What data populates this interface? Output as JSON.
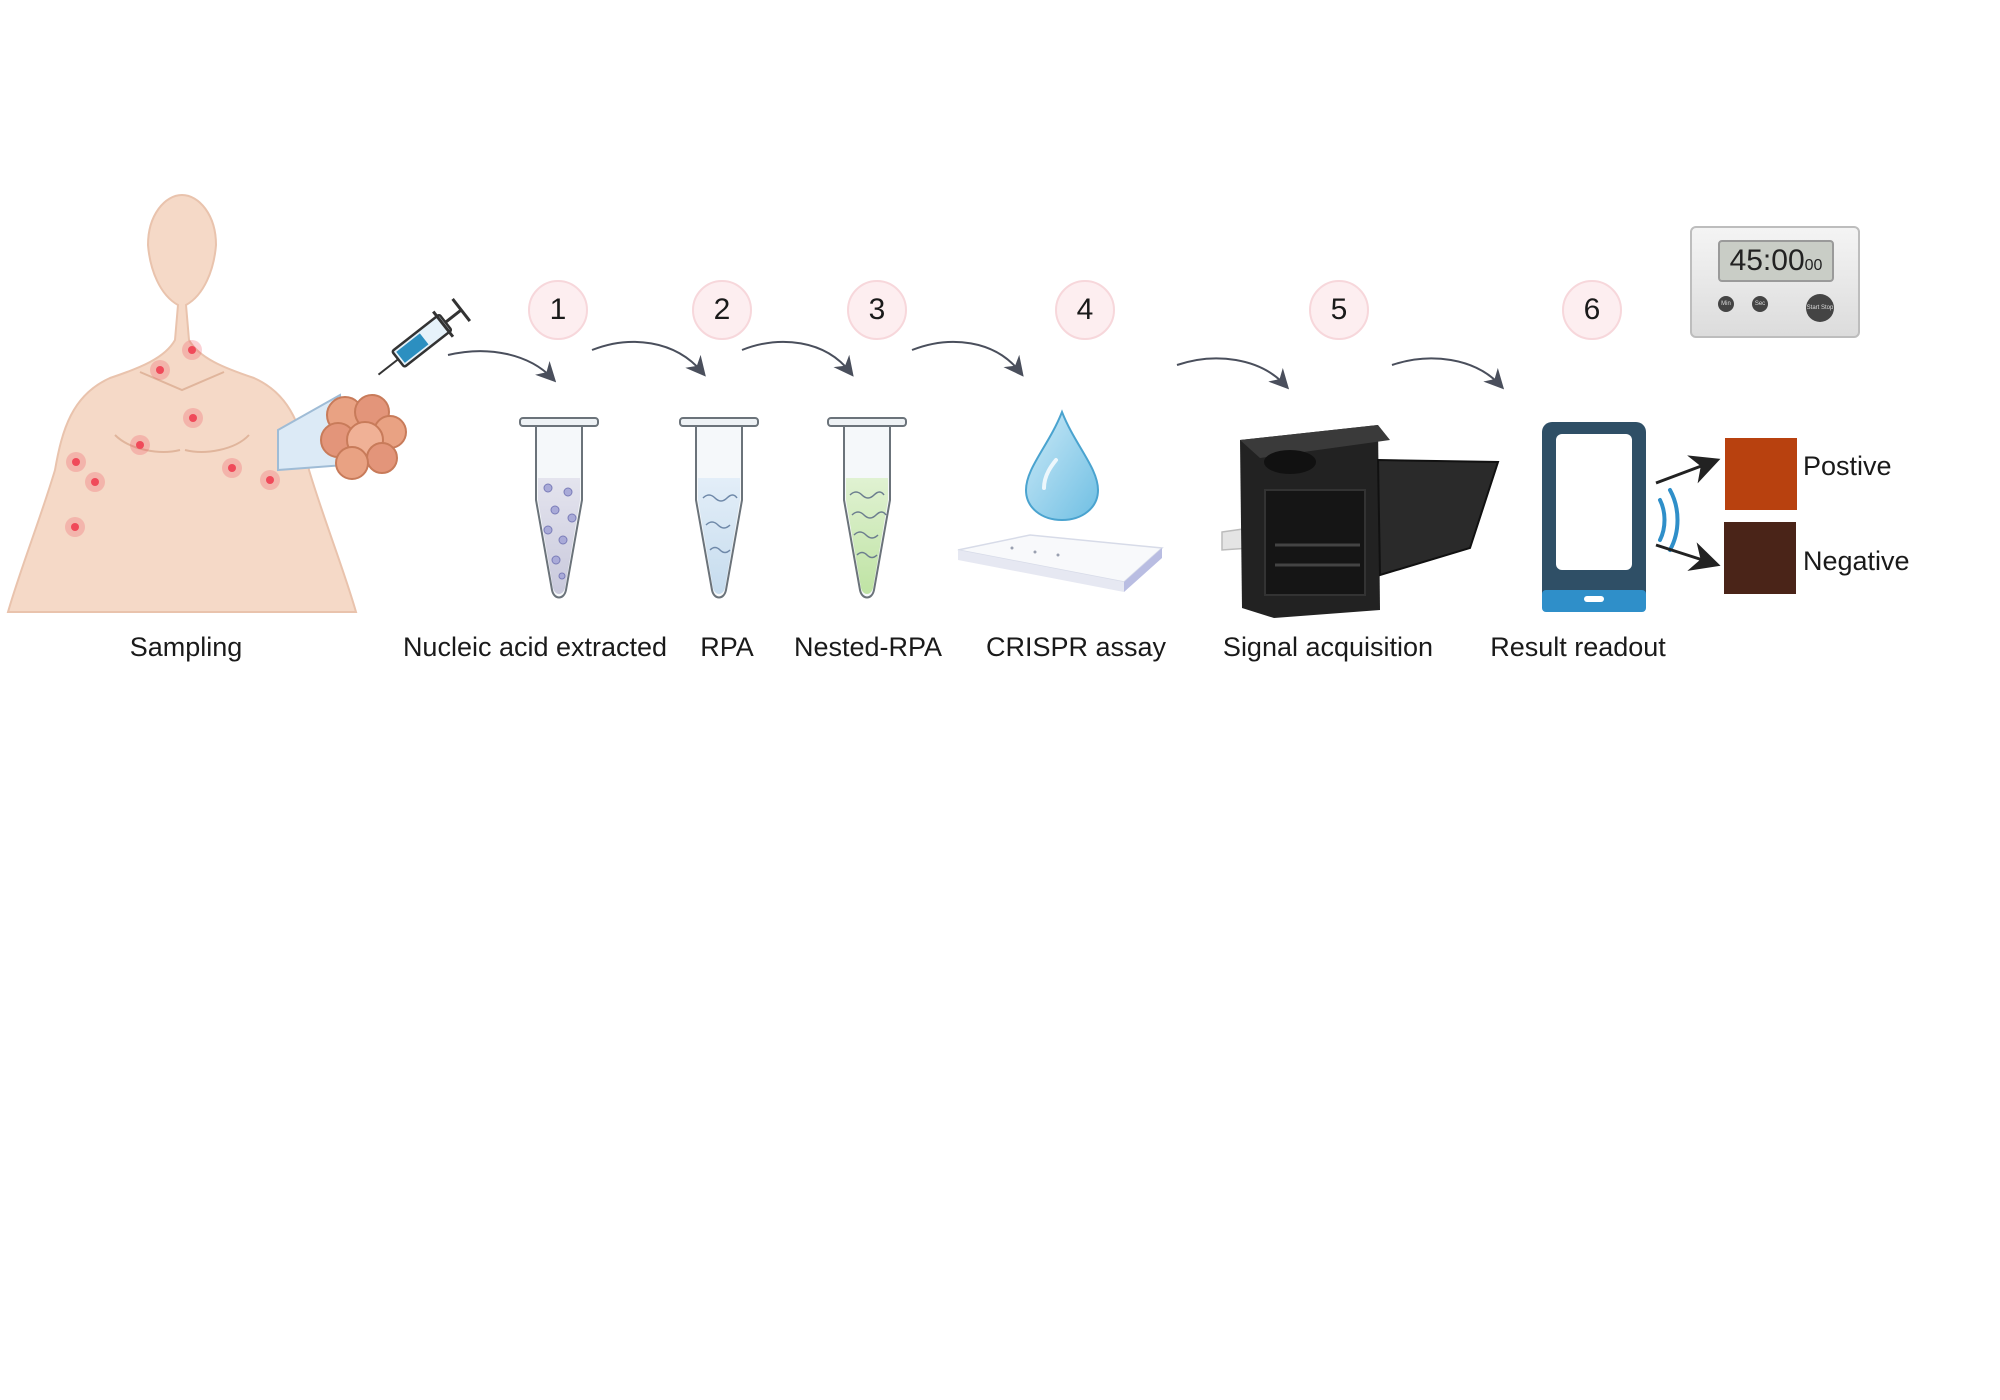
{
  "steps": [
    {
      "number": "1",
      "label": "Nucleic acid extracted"
    },
    {
      "number": "2",
      "label": "RPA"
    },
    {
      "number": "3",
      "label": "Nested-RPA"
    },
    {
      "number": "4",
      "label": "CRISPR assay"
    },
    {
      "number": "5",
      "label": "Signal acquisition"
    },
    {
      "number": "6",
      "label": "Result readout"
    }
  ],
  "sampling_label": "Sampling",
  "results": {
    "positive": {
      "label": "Postive",
      "color": "#b8410f"
    },
    "negative": {
      "label": "Negative",
      "color": "#4a2418"
    }
  },
  "timer": {
    "time": "45:00",
    "subseconds": "00",
    "buttons": [
      "Min",
      "Sec",
      "Start Stop"
    ]
  },
  "colors": {
    "skin": "#f5d9c7",
    "arrow": "#4a4f5c",
    "step_circle": "#fdeef0",
    "phone": "#2f4f66",
    "phone_accent": "#2f8fc9"
  }
}
